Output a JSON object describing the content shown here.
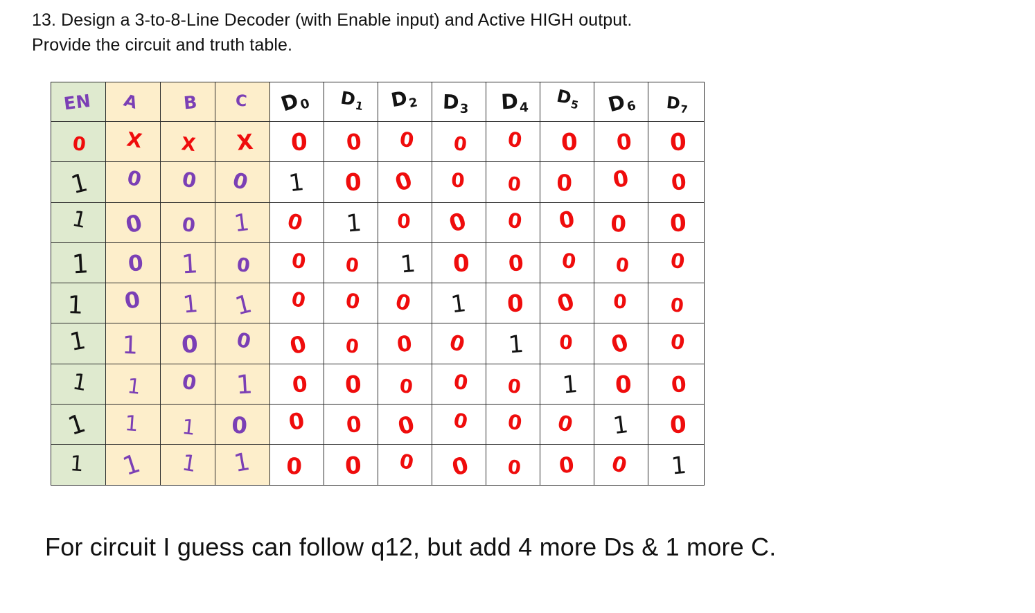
{
  "question": {
    "number": "13.",
    "text": "13. Design a 3-to-8-Line Decoder (with Enable input) and Active HIGH output.\nProvide the circuit and truth table."
  },
  "colors": {
    "enable_column_fill": "#dfeacf",
    "input_column_fill": "#fdeecb",
    "output_column_fill": "#ffffff",
    "handwriting_red": "#ef0c0c",
    "handwriting_purple": "#7b3fb5",
    "handwriting_black": "#131313",
    "grid_line": "#2b2b2b"
  },
  "truth_table": {
    "headers": [
      {
        "label": "EN",
        "sub": "",
        "color": "purple",
        "group": "enable"
      },
      {
        "label": "A",
        "sub": "",
        "color": "purple",
        "group": "input"
      },
      {
        "label": "B",
        "sub": "",
        "color": "purple",
        "group": "input"
      },
      {
        "label": "C",
        "sub": "",
        "color": "purple",
        "group": "input"
      },
      {
        "label": "D",
        "sub": "0",
        "color": "black",
        "group": "output"
      },
      {
        "label": "D",
        "sub": "1",
        "color": "black",
        "group": "output"
      },
      {
        "label": "D",
        "sub": "2",
        "color": "black",
        "group": "output"
      },
      {
        "label": "D",
        "sub": "3",
        "color": "black",
        "group": "output"
      },
      {
        "label": "D",
        "sub": "4",
        "color": "black",
        "group": "output"
      },
      {
        "label": "D",
        "sub": "5",
        "color": "black",
        "group": "output"
      },
      {
        "label": "D",
        "sub": "6",
        "color": "black",
        "group": "output"
      },
      {
        "label": "D",
        "sub": "7",
        "color": "black",
        "group": "output"
      }
    ],
    "rows": [
      {
        "enable": {
          "text": "0",
          "color": "red"
        },
        "inputs": [
          {
            "text": "X",
            "color": "red"
          },
          {
            "text": "X",
            "color": "red"
          },
          {
            "text": "X",
            "color": "red"
          }
        ],
        "outputs": [
          {
            "text": "0",
            "color": "red"
          },
          {
            "text": "0",
            "color": "red"
          },
          {
            "text": "0",
            "color": "red"
          },
          {
            "text": "0",
            "color": "red"
          },
          {
            "text": "0",
            "color": "red"
          },
          {
            "text": "0",
            "color": "red"
          },
          {
            "text": "0",
            "color": "red"
          },
          {
            "text": "0",
            "color": "red"
          }
        ]
      },
      {
        "enable": {
          "text": "1",
          "color": "black"
        },
        "inputs": [
          {
            "text": "0",
            "color": "purple"
          },
          {
            "text": "0",
            "color": "purple"
          },
          {
            "text": "0",
            "color": "purple"
          }
        ],
        "outputs": [
          {
            "text": "1",
            "color": "black"
          },
          {
            "text": "0",
            "color": "red"
          },
          {
            "text": "0",
            "color": "red"
          },
          {
            "text": "0",
            "color": "red"
          },
          {
            "text": "0",
            "color": "red"
          },
          {
            "text": "0",
            "color": "red"
          },
          {
            "text": "0",
            "color": "red"
          },
          {
            "text": "0",
            "color": "red"
          }
        ]
      },
      {
        "enable": {
          "text": "1",
          "color": "black"
        },
        "inputs": [
          {
            "text": "0",
            "color": "purple"
          },
          {
            "text": "0",
            "color": "purple"
          },
          {
            "text": "1",
            "color": "purple"
          }
        ],
        "outputs": [
          {
            "text": "0",
            "color": "red"
          },
          {
            "text": "1",
            "color": "black"
          },
          {
            "text": "0",
            "color": "red"
          },
          {
            "text": "0",
            "color": "red"
          },
          {
            "text": "0",
            "color": "red"
          },
          {
            "text": "0",
            "color": "red"
          },
          {
            "text": "0",
            "color": "red"
          },
          {
            "text": "0",
            "color": "red"
          }
        ]
      },
      {
        "enable": {
          "text": "1",
          "color": "black"
        },
        "inputs": [
          {
            "text": "0",
            "color": "purple"
          },
          {
            "text": "1",
            "color": "purple"
          },
          {
            "text": "0",
            "color": "purple"
          }
        ],
        "outputs": [
          {
            "text": "0",
            "color": "red"
          },
          {
            "text": "0",
            "color": "red"
          },
          {
            "text": "1",
            "color": "black"
          },
          {
            "text": "0",
            "color": "red"
          },
          {
            "text": "0",
            "color": "red"
          },
          {
            "text": "0",
            "color": "red"
          },
          {
            "text": "0",
            "color": "red"
          },
          {
            "text": "0",
            "color": "red"
          }
        ]
      },
      {
        "enable": {
          "text": "1",
          "color": "black"
        },
        "inputs": [
          {
            "text": "0",
            "color": "purple"
          },
          {
            "text": "1",
            "color": "purple"
          },
          {
            "text": "1",
            "color": "purple"
          }
        ],
        "outputs": [
          {
            "text": "0",
            "color": "red"
          },
          {
            "text": "0",
            "color": "red"
          },
          {
            "text": "0",
            "color": "red"
          },
          {
            "text": "1",
            "color": "black"
          },
          {
            "text": "0",
            "color": "red"
          },
          {
            "text": "0",
            "color": "red"
          },
          {
            "text": "0",
            "color": "red"
          },
          {
            "text": "0",
            "color": "red"
          }
        ]
      },
      {
        "enable": {
          "text": "1",
          "color": "black"
        },
        "inputs": [
          {
            "text": "1",
            "color": "purple"
          },
          {
            "text": "0",
            "color": "purple"
          },
          {
            "text": "0",
            "color": "purple"
          }
        ],
        "outputs": [
          {
            "text": "0",
            "color": "red"
          },
          {
            "text": "0",
            "color": "red"
          },
          {
            "text": "0",
            "color": "red"
          },
          {
            "text": "0",
            "color": "red"
          },
          {
            "text": "1",
            "color": "black"
          },
          {
            "text": "0",
            "color": "red"
          },
          {
            "text": "0",
            "color": "red"
          },
          {
            "text": "0",
            "color": "red"
          }
        ]
      },
      {
        "enable": {
          "text": "1",
          "color": "black"
        },
        "inputs": [
          {
            "text": "1",
            "color": "purple"
          },
          {
            "text": "0",
            "color": "purple"
          },
          {
            "text": "1",
            "color": "purple"
          }
        ],
        "outputs": [
          {
            "text": "0",
            "color": "red"
          },
          {
            "text": "0",
            "color": "red"
          },
          {
            "text": "0",
            "color": "red"
          },
          {
            "text": "0",
            "color": "red"
          },
          {
            "text": "0",
            "color": "red"
          },
          {
            "text": "1",
            "color": "black"
          },
          {
            "text": "0",
            "color": "red"
          },
          {
            "text": "0",
            "color": "red"
          }
        ]
      },
      {
        "enable": {
          "text": "1",
          "color": "black"
        },
        "inputs": [
          {
            "text": "1",
            "color": "purple"
          },
          {
            "text": "1",
            "color": "purple"
          },
          {
            "text": "0",
            "color": "purple"
          }
        ],
        "outputs": [
          {
            "text": "0",
            "color": "red"
          },
          {
            "text": "0",
            "color": "red"
          },
          {
            "text": "0",
            "color": "red"
          },
          {
            "text": "0",
            "color": "red"
          },
          {
            "text": "0",
            "color": "red"
          },
          {
            "text": "0",
            "color": "red"
          },
          {
            "text": "1",
            "color": "black"
          },
          {
            "text": "0",
            "color": "red"
          }
        ]
      },
      {
        "enable": {
          "text": "1",
          "color": "black"
        },
        "inputs": [
          {
            "text": "1",
            "color": "purple"
          },
          {
            "text": "1",
            "color": "purple"
          },
          {
            "text": "1",
            "color": "purple"
          }
        ],
        "outputs": [
          {
            "text": "0",
            "color": "red"
          },
          {
            "text": "0",
            "color": "red"
          },
          {
            "text": "0",
            "color": "red"
          },
          {
            "text": "0",
            "color": "red"
          },
          {
            "text": "0",
            "color": "red"
          },
          {
            "text": "0",
            "color": "red"
          },
          {
            "text": "0",
            "color": "red"
          },
          {
            "text": "1",
            "color": "black"
          }
        ]
      }
    ]
  },
  "note": {
    "text": "For circuit I guess can follow q12, but add 4 more Ds & 1 more C."
  }
}
